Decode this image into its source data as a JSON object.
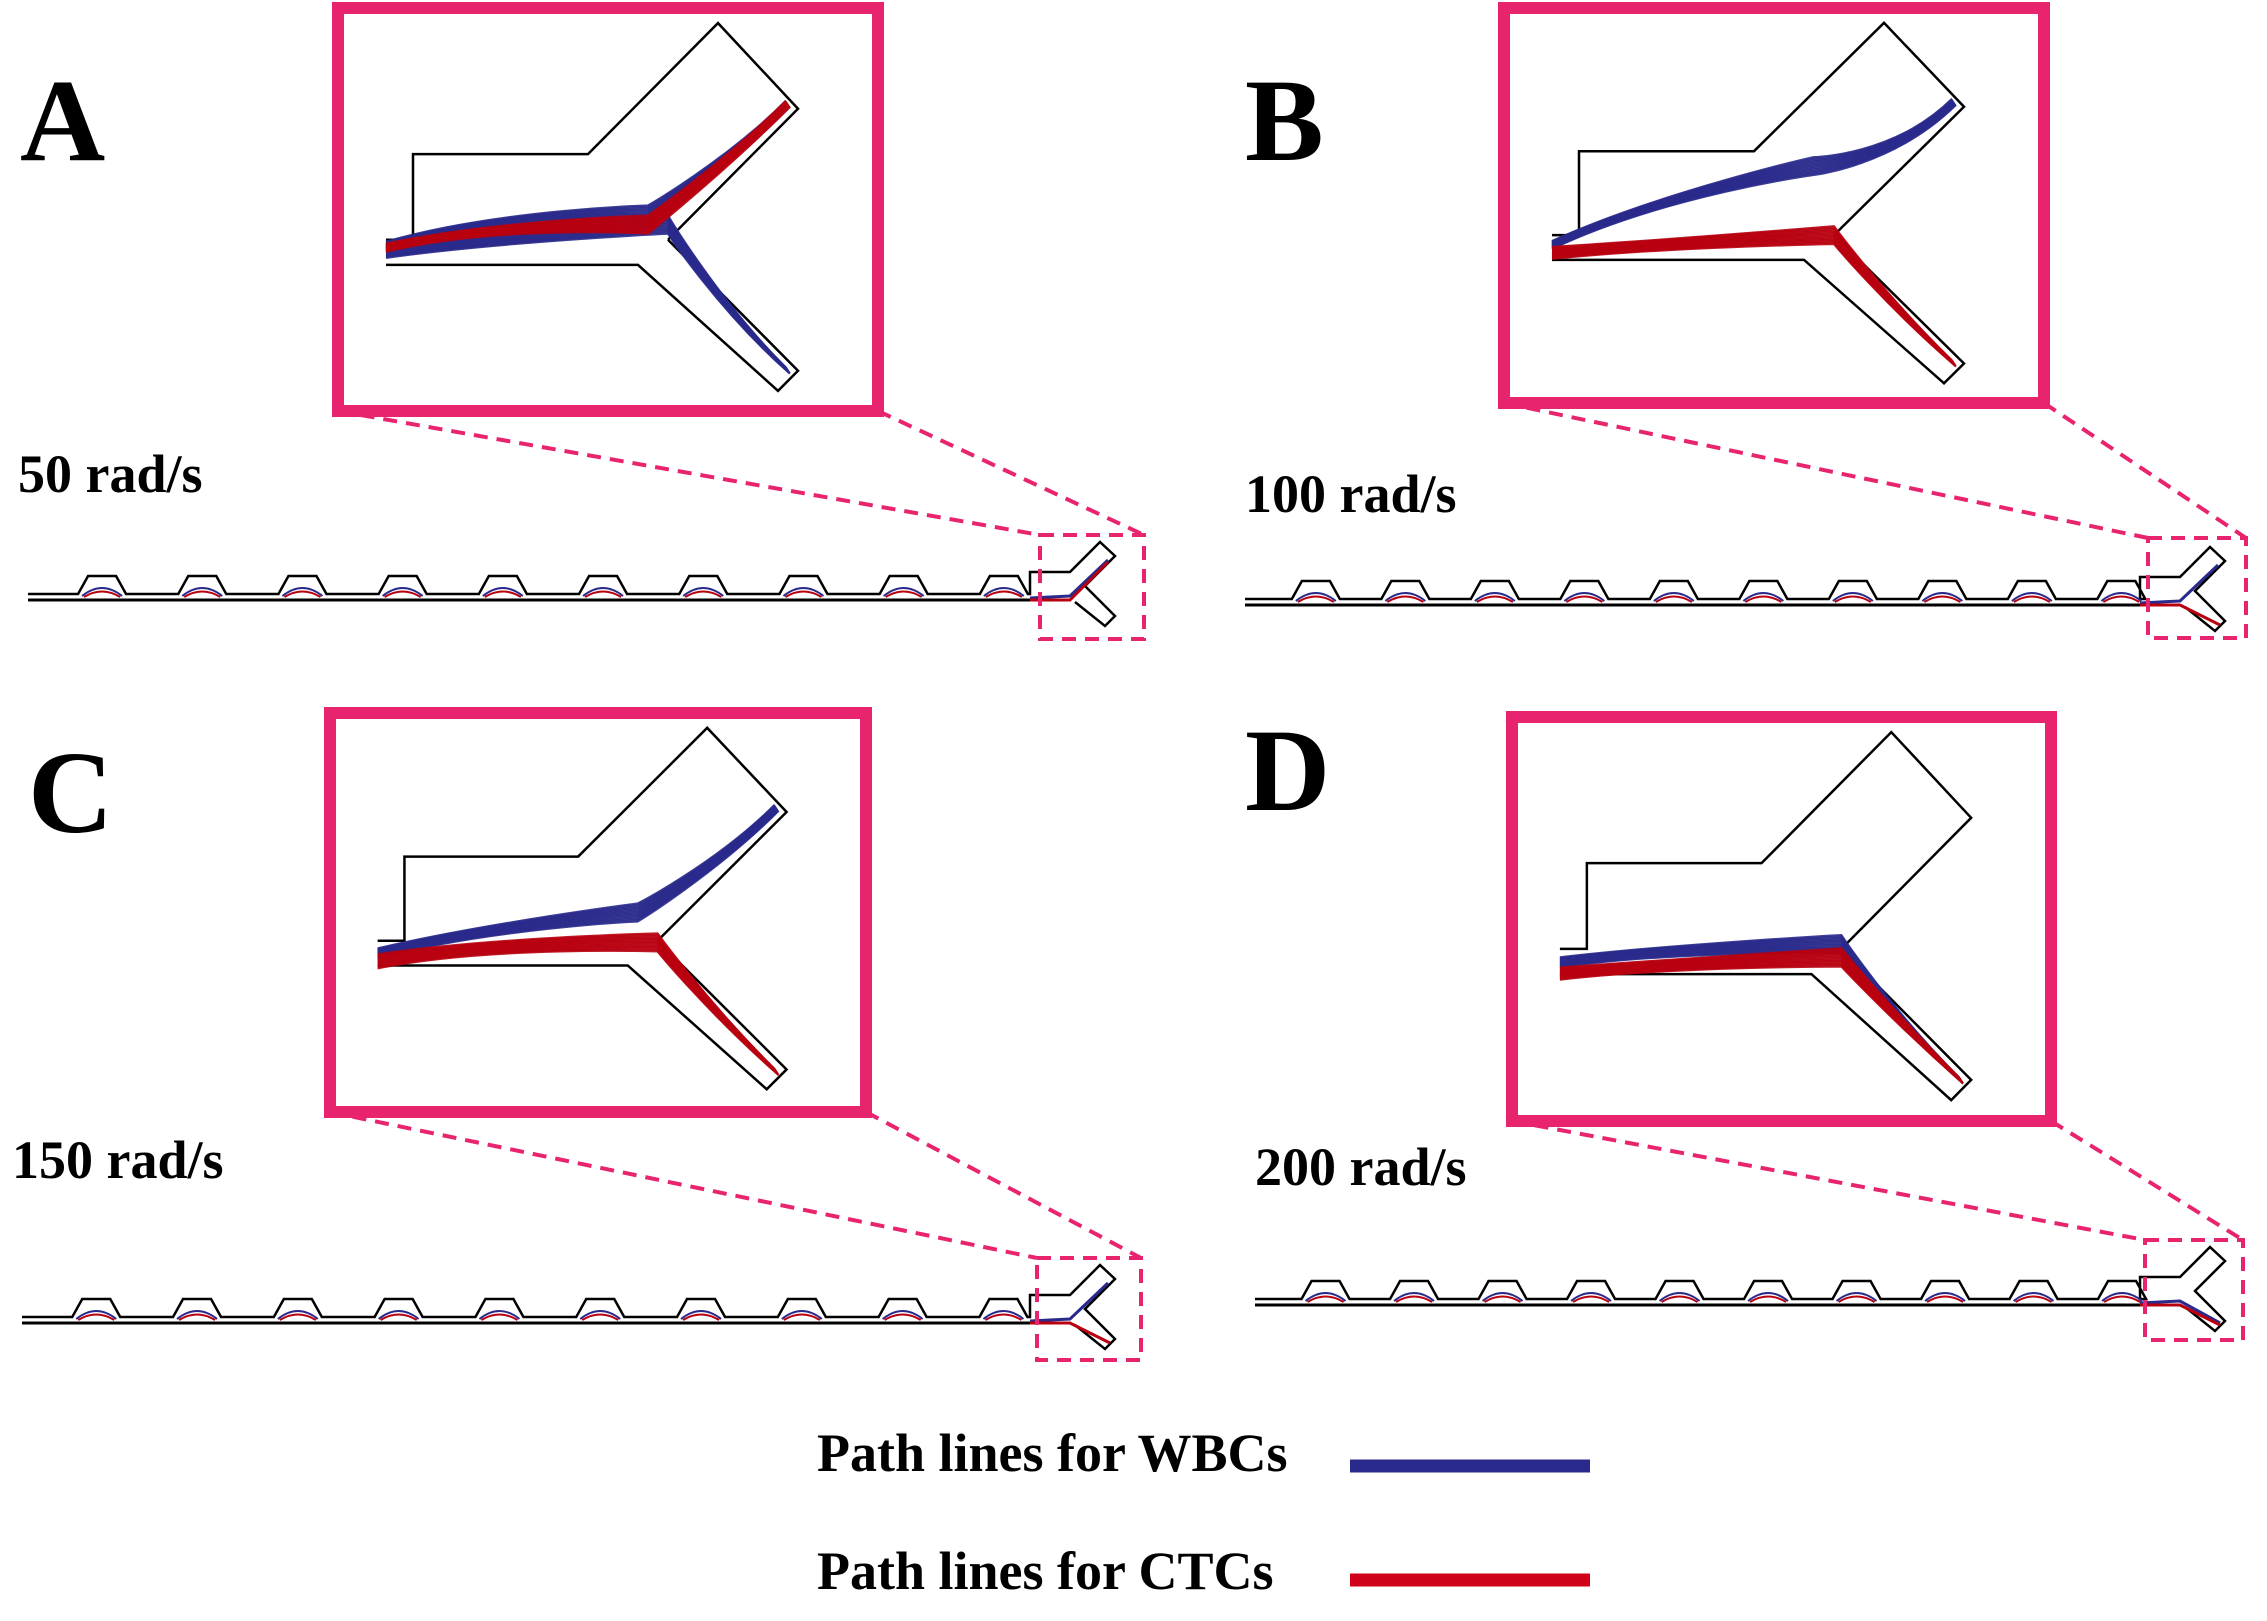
{
  "colors": {
    "wbc": "#2a2a8c",
    "ctc": "#b8000f",
    "ctc_legend": "#d0021b",
    "frame": "#e8246f",
    "wall": "#000000"
  },
  "panels": [
    {
      "letter": "A",
      "speed": "50 rad/s",
      "wbc_outlet": "upper",
      "ctc_outlet": "upper"
    },
    {
      "letter": "B",
      "speed": "100 rad/s",
      "wbc_outlet": "upper",
      "ctc_outlet": "lower"
    },
    {
      "letter": "C",
      "speed": "150 rad/s",
      "wbc_outlet": "upper",
      "ctc_outlet": "lower"
    },
    {
      "letter": "D",
      "speed": "200 rad/s",
      "wbc_outlet": "lower",
      "ctc_outlet": "lower"
    }
  ],
  "legend": {
    "wbc_label": "Path lines for WBCs",
    "ctc_label": "Path lines for CTCs"
  }
}
